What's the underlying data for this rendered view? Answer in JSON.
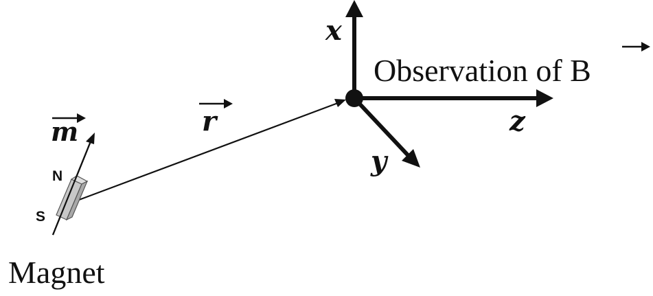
{
  "labels": {
    "axis_x": "x",
    "axis_y": "y",
    "axis_z": "z",
    "observation": "Observation of B",
    "position_vector": "r",
    "moment_vector": "m",
    "pole_north": "N",
    "pole_south": "S",
    "magnet": "Magnet"
  },
  "colors": {
    "ink": "#111111",
    "magnet_fill": "#c8c8c8",
    "magnet_top": "#dedede",
    "magnet_side": "#a9a9a9"
  }
}
